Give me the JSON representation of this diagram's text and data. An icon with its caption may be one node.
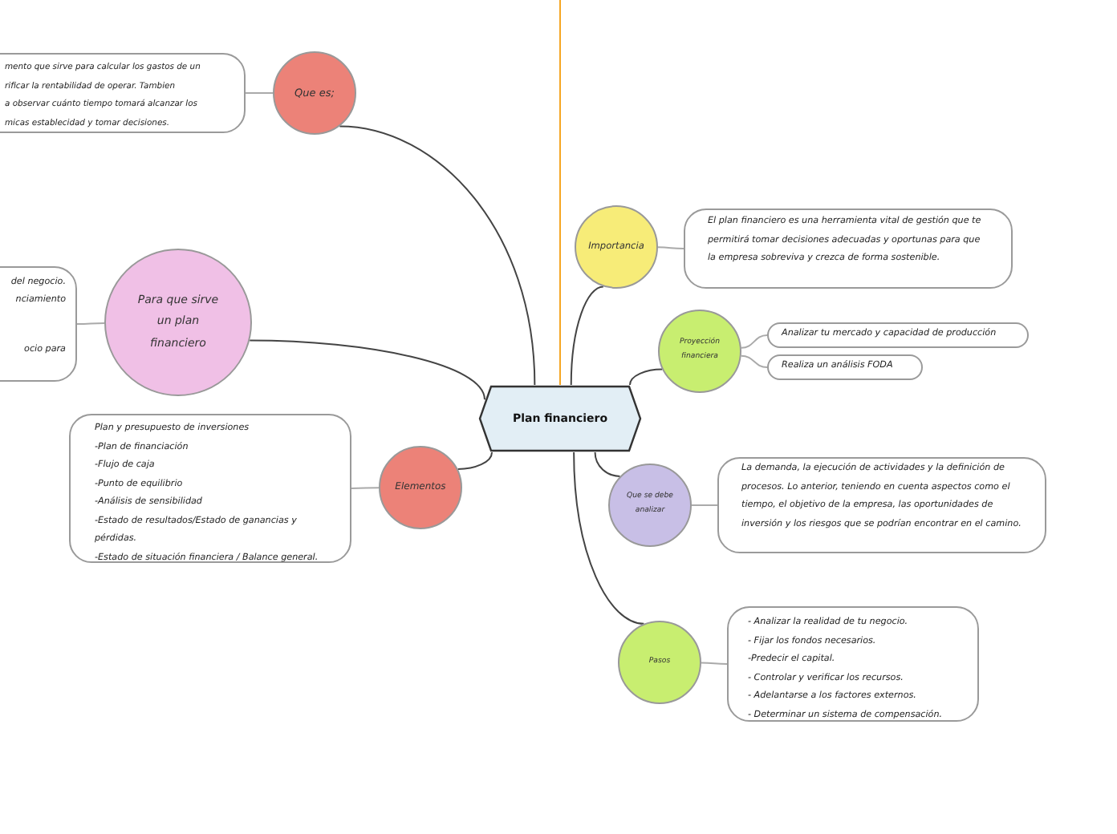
{
  "diagram": {
    "nodes": [
      {
        "text": [
          "Plan financiero"
        ]
      },
      {
        "text": [
          "Que es;"
        ]
      },
      {
        "text": [
          "mento que sirve para calcular los gastos de un",
          "rificar la rentabilidad de operar. Tambien",
          "a observar cuánto tiempo tomará alcanzar los",
          "micas establecidad y tomar decisiones."
        ]
      },
      {
        "text": [
          "Para que sirve un plan financiero"
        ]
      },
      {
        "text": [
          "del negocio.",
          "nciamiento",
          "ocio para"
        ]
      },
      {
        "text": [
          "Elementos"
        ]
      },
      {
        "text": [
          "Plan y presupuesto de inversiones",
          "-Plan de financiación",
          "-Flujo de caja",
          "-Punto de equilibrio",
          "-Análisis de sensibilidad",
          "-Estado de resultados/Estado de ganancias y pérdidas.",
          "-Estado de situación financiera  / Balance general."
        ]
      },
      {
        "text": [
          "Importancia"
        ]
      },
      {
        "text": [
          "El plan financiero es una herramienta vital de gestión que te permitirá tomar decisiones adecuadas y oportunas para que la empresa sobreviva y crezca de forma sostenible."
        ]
      },
      {
        "text": [
          "Proyección financiera"
        ]
      },
      {
        "text": [
          "Analizar tu mercado y capacidad de producción"
        ]
      },
      {
        "text": [
          "Realiza un análisis FODA"
        ]
      },
      {
        "text": [
          "Que se debe analizar"
        ]
      },
      {
        "text": [
          "La demanda, la ejecución de actividades y la definición de procesos.  Lo anterior, teniendo en cuenta aspectos como el tiempo, el objetivo de la empresa, las oportunidades de inversión  y los riesgos que se podrían encontrar en el camino."
        ]
      },
      {
        "text": [
          "Pasos"
        ]
      },
      {
        "text": [
          "- Analizar la realidad de tu negocio.",
          "- Fijar los fondos necesarios.",
          "-Predecir el capital.",
          "- Controlar y verificar los recursos.",
          "- Adelantarse a los factores externos.",
          "- Determinar un sistema de compensación."
        ]
      }
    ],
    "edges": [
      {
        "from": 0,
        "to": 1,
        "arrow": "none",
        "color": "#444444"
      },
      {
        "from": 1,
        "to": 2,
        "arrow": "none"
      },
      {
        "from": 0,
        "to": 3,
        "arrow": "none",
        "color": "#444444"
      },
      {
        "from": 3,
        "to": 4,
        "arrow": "none"
      },
      {
        "from": 0,
        "to": 5,
        "arrow": "none",
        "color": "#444444"
      },
      {
        "from": 5,
        "to": 6,
        "arrow": "none"
      },
      {
        "from": 0,
        "to": 7,
        "arrow": "none",
        "color": "#444444"
      },
      {
        "from": 7,
        "to": 8,
        "arrow": "none"
      },
      {
        "from": 0,
        "to": 9,
        "arrow": "none",
        "color": "#444444"
      },
      {
        "from": 9,
        "to": 10,
        "arrow": "none"
      },
      {
        "from": 9,
        "to": 11,
        "arrow": "none"
      },
      {
        "from": 0,
        "to": 12,
        "arrow": "none",
        "color": "#444444"
      },
      {
        "from": 12,
        "to": 13,
        "arrow": "none"
      },
      {
        "from": 0,
        "to": 14,
        "arrow": "none",
        "color": "#444444"
      },
      {
        "from": 14,
        "to": 15,
        "arrow": "none"
      },
      {
        "from": null,
        "to": 0,
        "arrow": "none",
        "color": "#f5a623"
      }
    ]
  }
}
